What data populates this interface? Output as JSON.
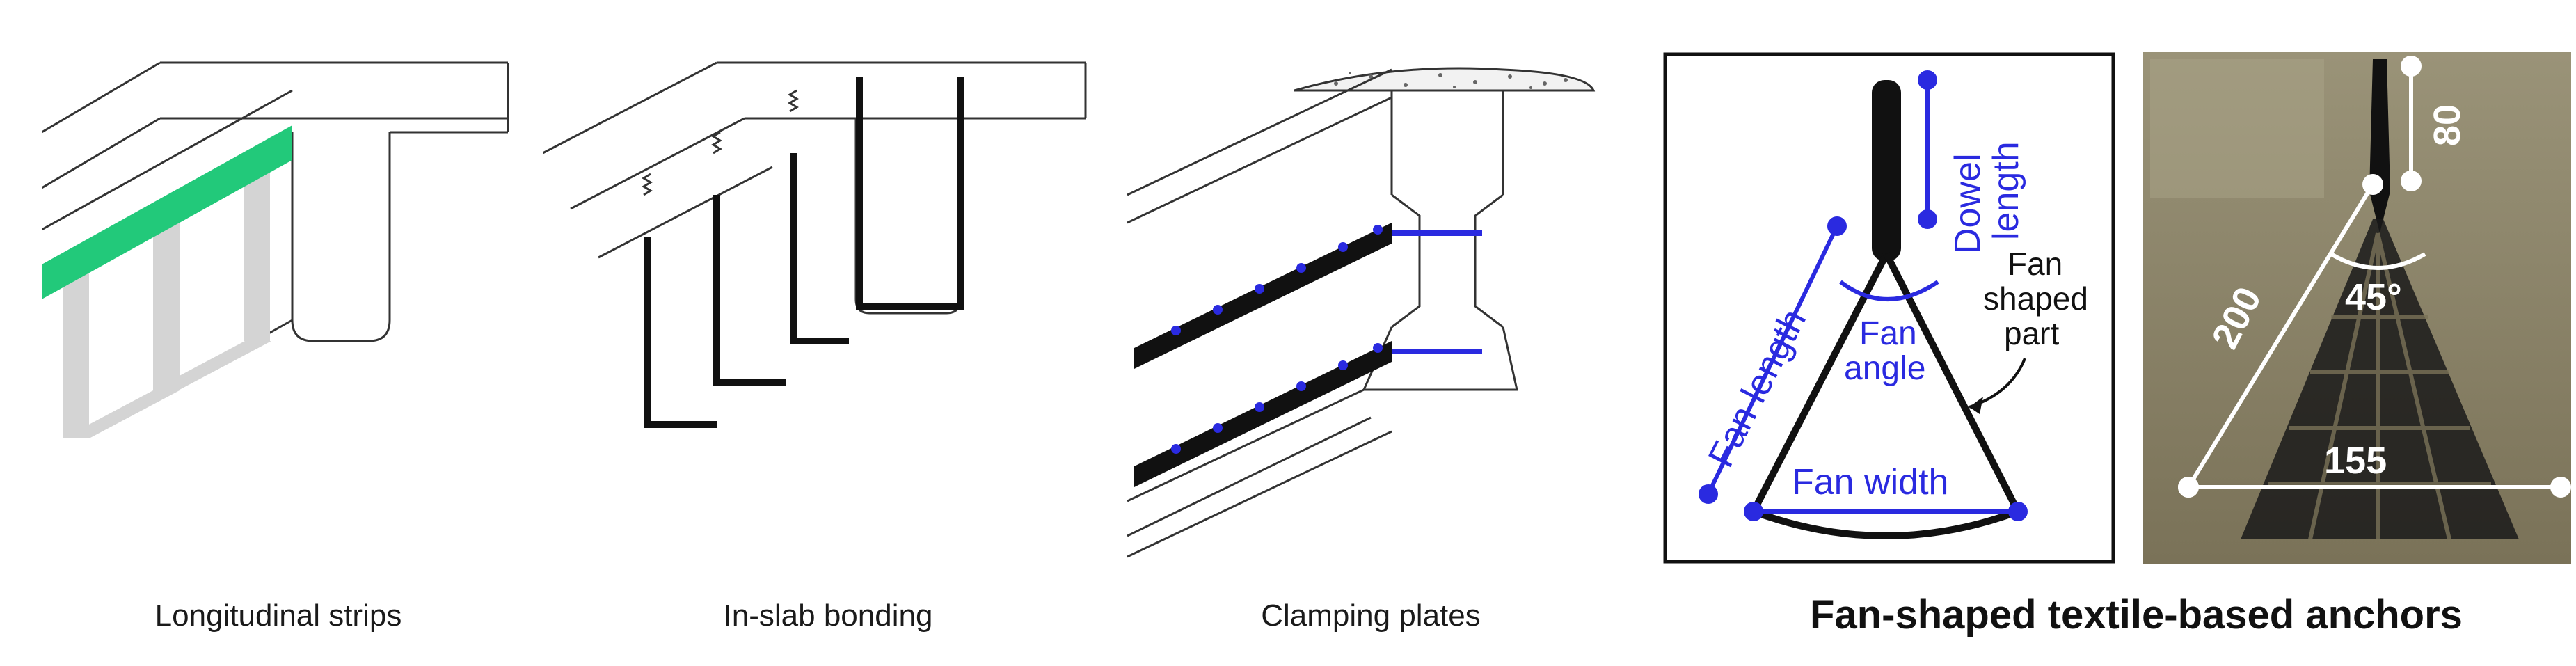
{
  "captions": {
    "longitudinal": "Longitudinal strips",
    "in_slab": "In-slab bonding",
    "clamping": "Clamping plates",
    "fan_anchors": "Fan-shaped textile-based anchors"
  },
  "schematic": {
    "dowel_length": [
      "Dowel",
      "length"
    ],
    "fan_length": "Fan length",
    "fan_angle": [
      "Fan",
      "angle"
    ],
    "fan_shaped_part": [
      "Fan",
      "shaped",
      "part"
    ],
    "fan_width": "Fan width"
  },
  "photo": {
    "dim_top": "80",
    "dim_side": "200",
    "dim_angle": "45°",
    "dim_width": "155"
  },
  "colors": {
    "frp_strip": "#22c97a",
    "annotation_blue": "#2a2ae0",
    "photo_background": "#8a8266"
  }
}
